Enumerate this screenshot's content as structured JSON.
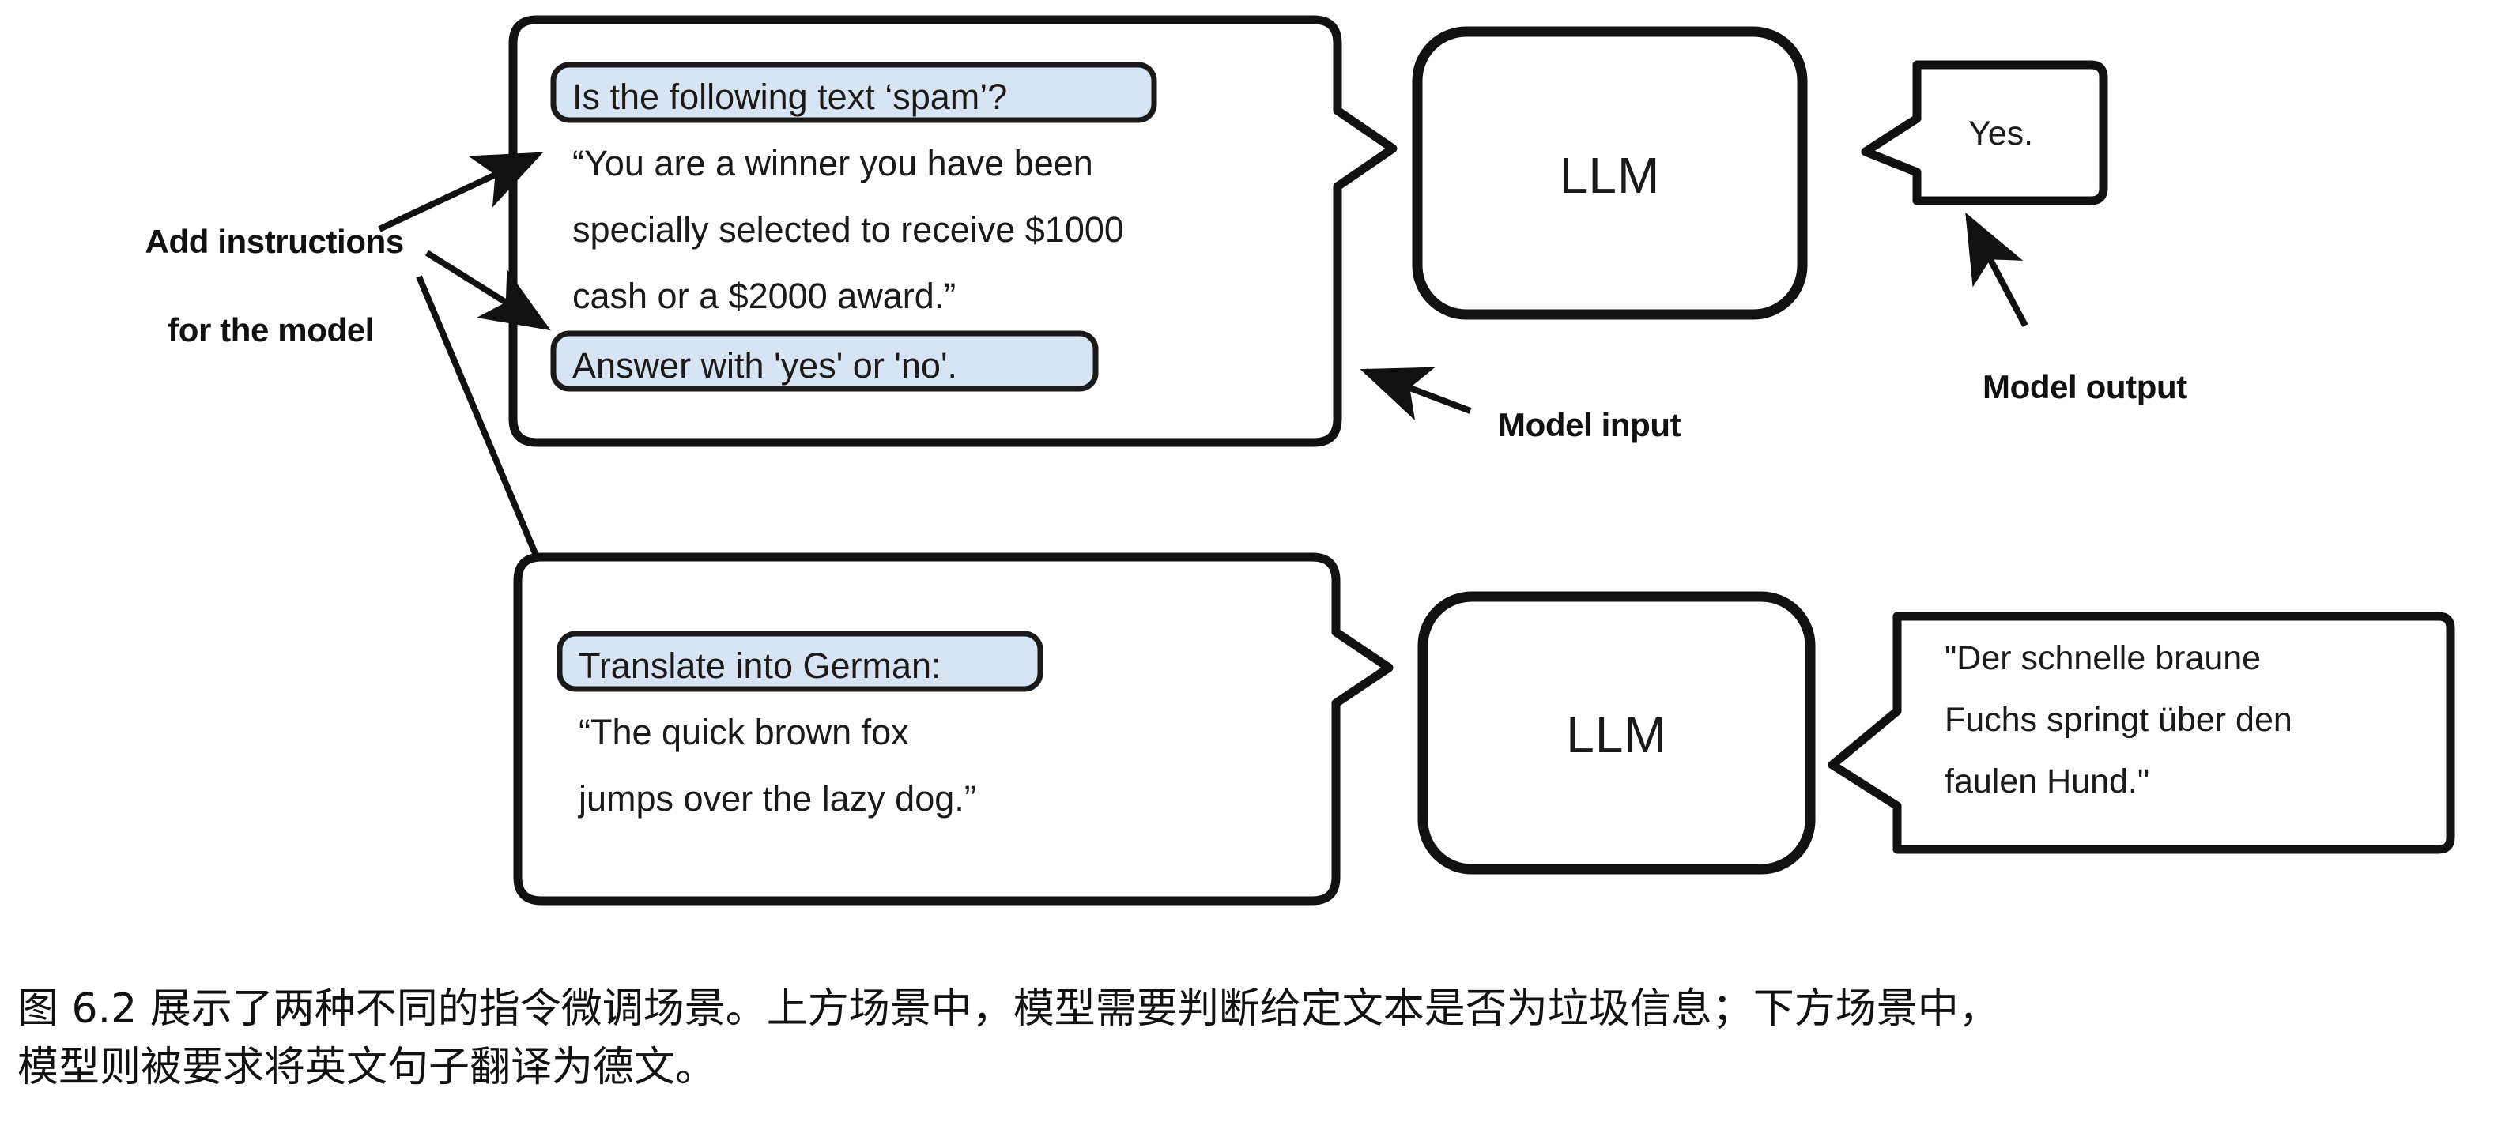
{
  "figure": {
    "id": "figure-6-2",
    "background_color": "#ffffff",
    "stroke_color": "#111111",
    "chip_fill_color": "#d6e4f4",
    "chip_border_color": "#1a1a1a"
  },
  "annotations": {
    "add_instructions_line1": "Add instructions",
    "add_instructions_line2": "for the model",
    "model_input_label": "Model input",
    "model_output_label": "Model output"
  },
  "scenarios": [
    {
      "name": "spam-classification",
      "input_box": {
        "instruction_chip_top": "Is the following text ‘spam’?",
        "body_lines": [
          "“You are a winner you have been",
          "specially selected to receive $1000",
          "cash or a $2000 award.”"
        ],
        "instruction_chip_bottom": "Answer with 'yes' or 'no'."
      },
      "model_label": "LLM",
      "output_bubble": {
        "lines": [
          "Yes."
        ]
      }
    },
    {
      "name": "german-translation",
      "input_box": {
        "instruction_chip_top": "Translate into German:",
        "body_lines": [
          "“The quick brown fox",
          "jumps over the lazy dog.”"
        ],
        "instruction_chip_bottom": null
      },
      "model_label": "LLM",
      "output_bubble": {
        "lines": [
          "\"Der schnelle braune",
          "Fuchs springt über den",
          "faulen Hund.\""
        ]
      }
    }
  ],
  "caption": {
    "line1": "图 6.2 展示了两种不同的指令微调场景。上方场景中，模型需要判断给定文本是否为垃圾信息；下方场景中，",
    "line2": "模型则被要求将英文句子翻译为德文。"
  }
}
